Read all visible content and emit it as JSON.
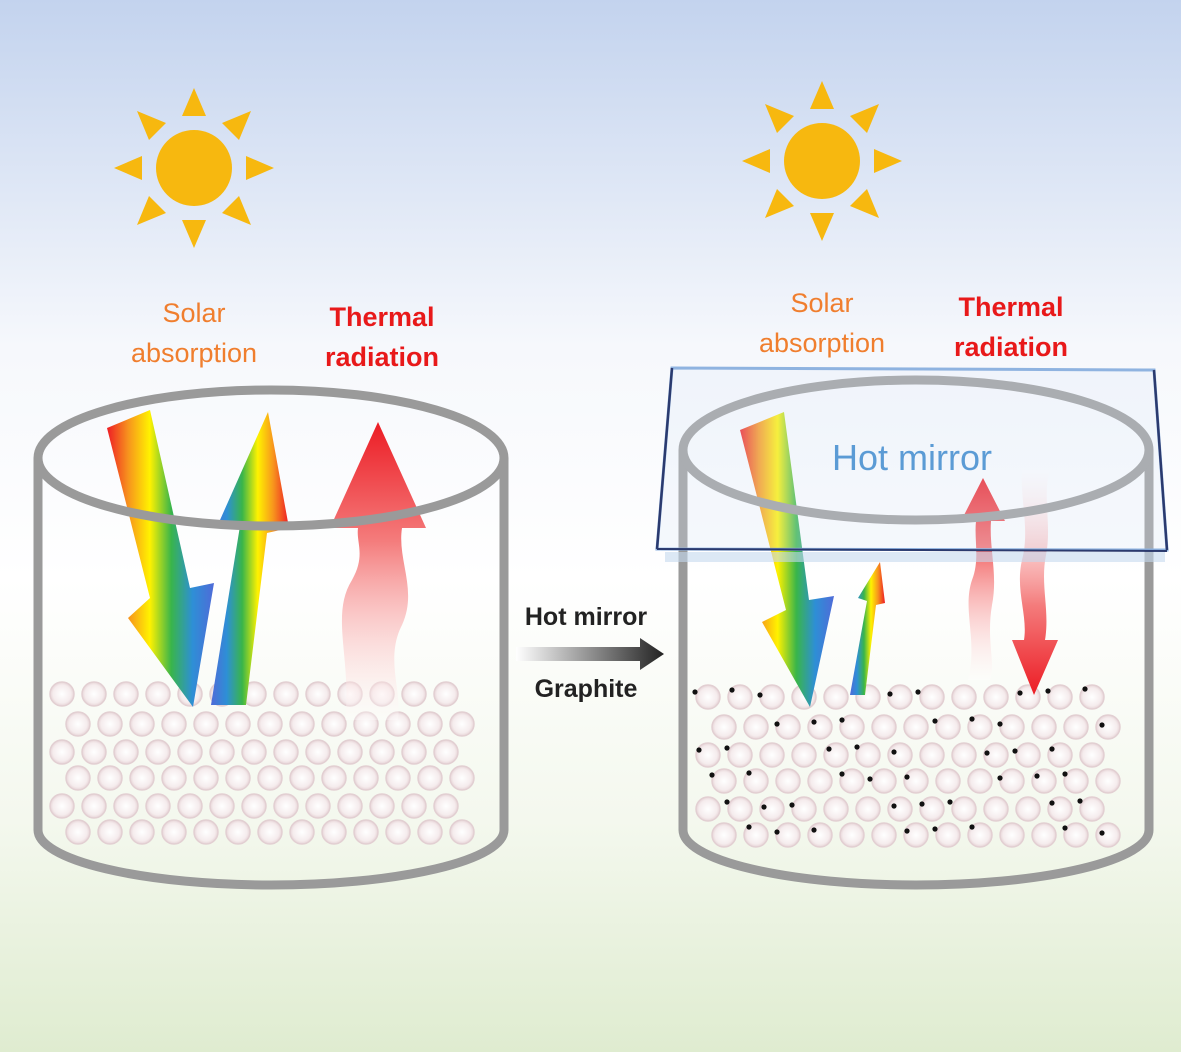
{
  "left_panel": {
    "solar_label": [
      "Solar",
      "absorption"
    ],
    "thermal_label": [
      "Thermal",
      "radiation"
    ]
  },
  "right_panel": {
    "solar_label": [
      "Solar",
      "absorption"
    ],
    "thermal_label": [
      "Thermal",
      "radiation"
    ],
    "mirror_label": "Hot mirror"
  },
  "transition": {
    "top_label": "Hot mirror",
    "bottom_label": "Graphite"
  },
  "colors": {
    "sky_top": "#c3d3ee",
    "ground": "#dfecd0",
    "sun": "#f7b80f",
    "solar_text": "#f07e2e",
    "thermal": "#e8191a",
    "mirror": "#5b9bd5",
    "container": "#9a9a9a"
  },
  "icons": [
    "sun-icon",
    "rainbow-arrow",
    "thermal-arrow",
    "transition-arrow"
  ]
}
